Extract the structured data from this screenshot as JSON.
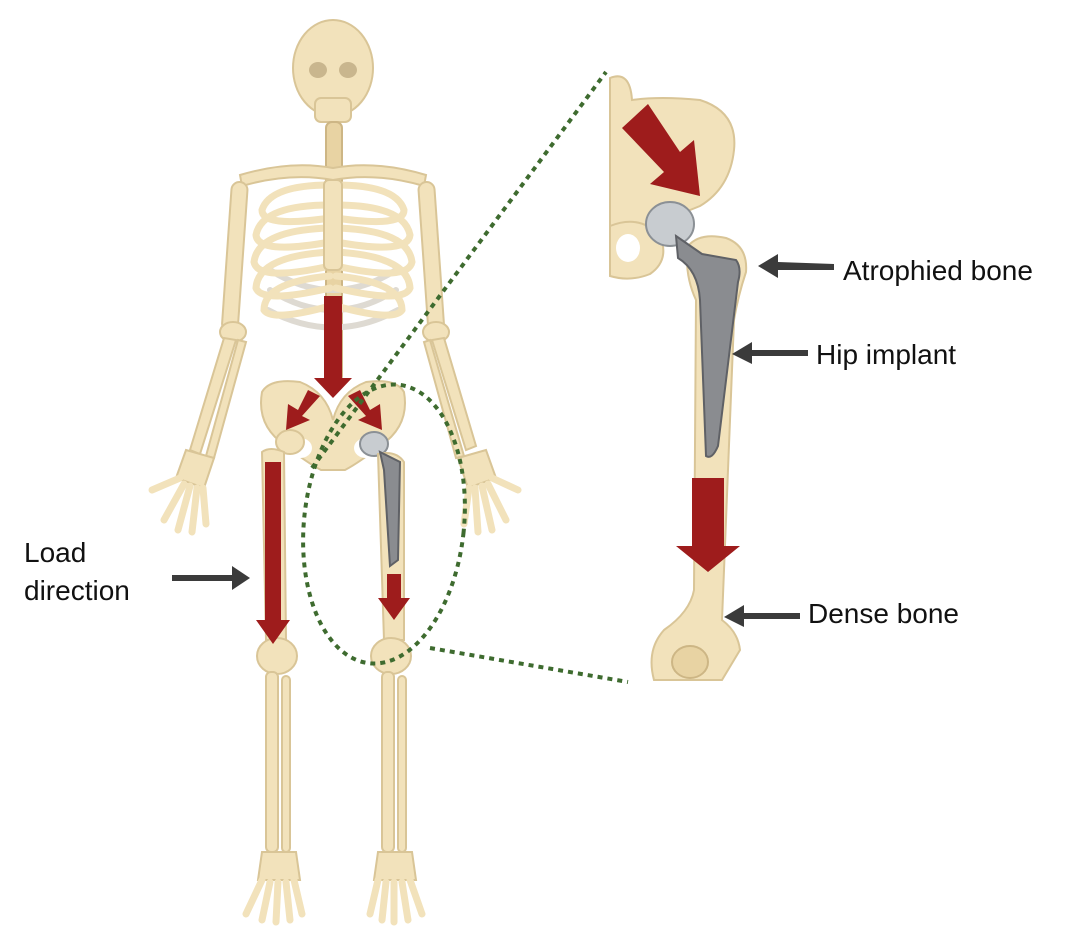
{
  "labels": {
    "load_direction_line1": "Load",
    "load_direction_line2": "direction",
    "atrophied_bone": "Atrophied bone",
    "hip_implant": "Hip implant",
    "dense_bone": "Dense bone"
  },
  "colors": {
    "bone": "#f2e2bb",
    "load_arrow": "#9e1c1c",
    "implant": "#8a8c90",
    "zoom_outline": "#3e6b2f",
    "pointer": "#3b3b3b"
  },
  "icons": {
    "load_arrow": "red-down-arrow-icon",
    "pointer_arrow": "left-pointing-arrow-icon"
  }
}
